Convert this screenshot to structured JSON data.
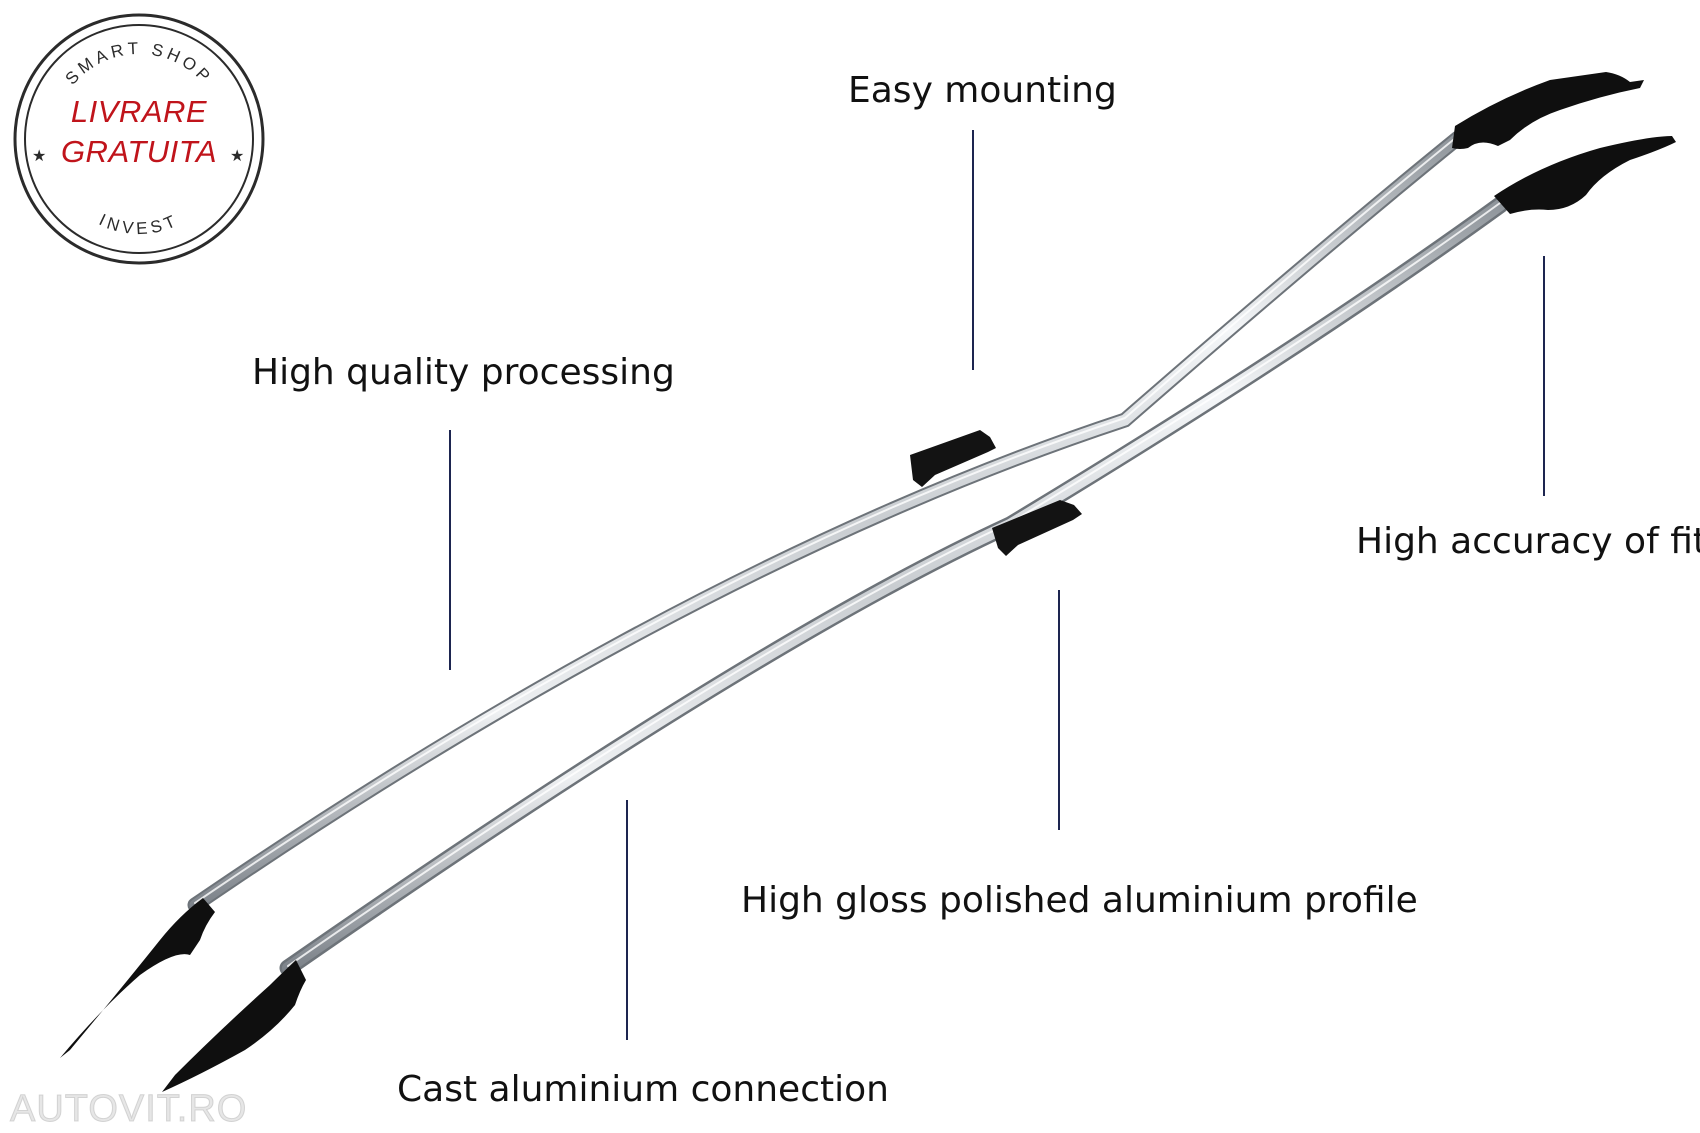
{
  "badge": {
    "top_arc": "SMART SHOP",
    "bottom_arc": "INVEST",
    "line1": "LIVRARE",
    "line2": "GRATUITA",
    "star": "★"
  },
  "callouts": {
    "easy_mounting": "Easy mounting",
    "high_quality_processing": "High quality processing",
    "high_accuracy_of_fit": "High accuracy of fit",
    "high_gloss_profile": "High gloss polished aluminium profile",
    "cast_connection": "Cast aluminium connection"
  },
  "watermark": "AUTOVIT.RO",
  "colors": {
    "badge_red": "#c0141b",
    "leader_line": "#1d2550",
    "rail_silver": "#c8ccd0",
    "rail_black": "#111111"
  }
}
